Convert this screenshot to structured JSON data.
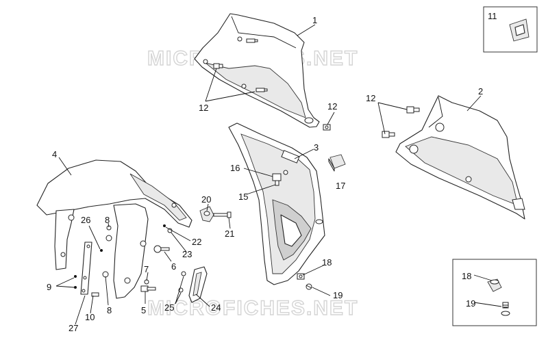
{
  "watermark": "MICROFICHES.NET",
  "callouts": {
    "c1": "1",
    "c2": "2",
    "c3": "3",
    "c4": "4",
    "c5": "5",
    "c6": "6",
    "c7": "7",
    "c8a": "8",
    "c8b": "8",
    "c9": "9",
    "c10": "10",
    "c11": "11",
    "c12a": "12",
    "c12b": "12",
    "c12c": "12",
    "c15": "15",
    "c16": "16",
    "c17": "17",
    "c18a": "18",
    "c18b": "18",
    "c19a": "19",
    "c19b": "19",
    "c20": "20",
    "c21": "21",
    "c22": "22",
    "c23": "23",
    "c24": "24",
    "c25": "25",
    "c26": "26",
    "c27": "27"
  }
}
